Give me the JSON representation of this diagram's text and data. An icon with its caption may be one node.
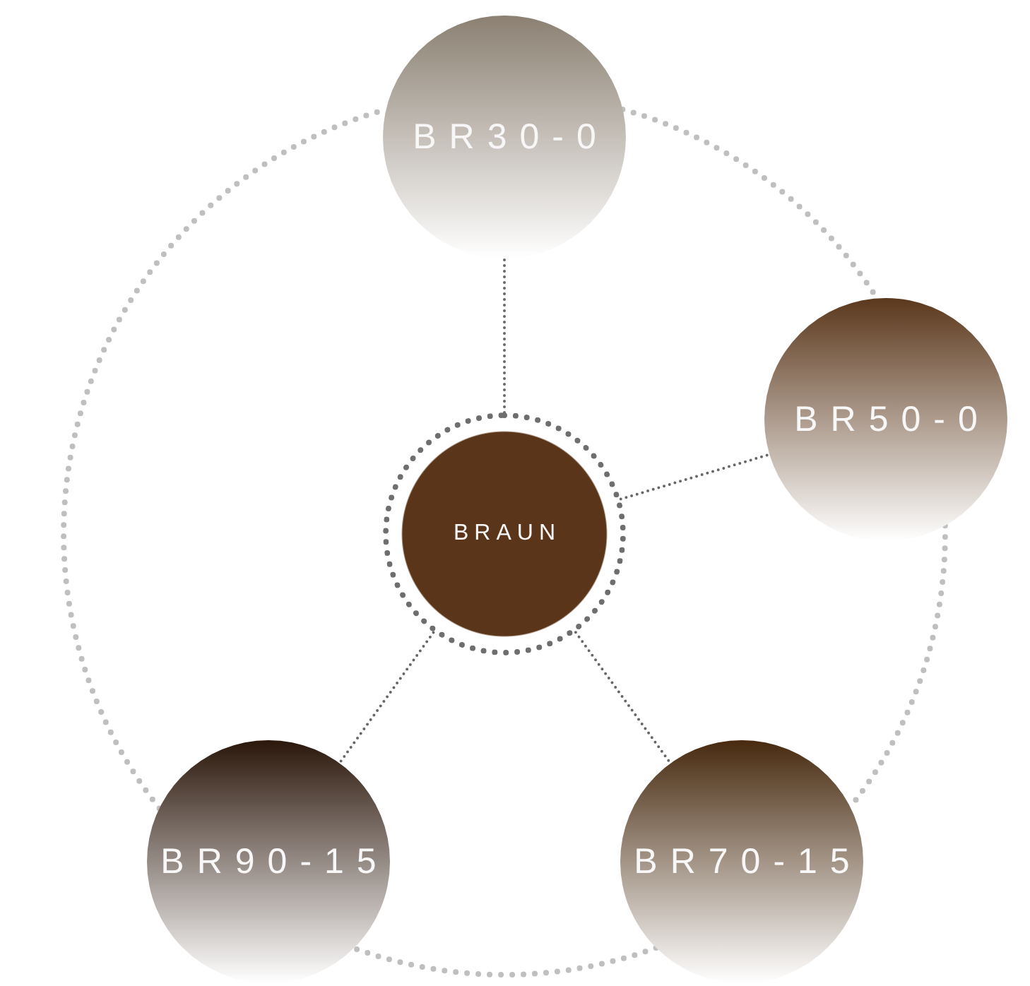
{
  "diagram": {
    "nodes": [
      {
        "text": [
          "BR30-0"
        ]
      },
      {
        "text": [
          "BR50-0"
        ]
      },
      {
        "text": [
          "BRAUN"
        ]
      },
      {
        "text": [
          "BR90-15"
        ]
      },
      {
        "text": [
          "BR70-15"
        ]
      }
    ],
    "edges": [
      {
        "from": 2,
        "to": 0,
        "arrow": "none",
        "color": "#666666"
      },
      {
        "from": 2,
        "to": 1,
        "arrow": "none",
        "color": "#666666"
      },
      {
        "from": 2,
        "to": 3,
        "arrow": "none",
        "color": "#666666"
      },
      {
        "from": 2,
        "to": 4,
        "arrow": "none",
        "color": "#666666"
      },
      {
        "from": 0,
        "to": 1,
        "arrow": "none",
        "color": "#bfbfbf"
      },
      {
        "from": 1,
        "to": 4,
        "arrow": "none",
        "color": "#bfbfbf"
      },
      {
        "from": 4,
        "to": 3,
        "arrow": "none",
        "color": "#bfbfbf"
      },
      {
        "from": 3,
        "to": 0,
        "arrow": "none",
        "color": "#bfbfbf"
      }
    ]
  }
}
